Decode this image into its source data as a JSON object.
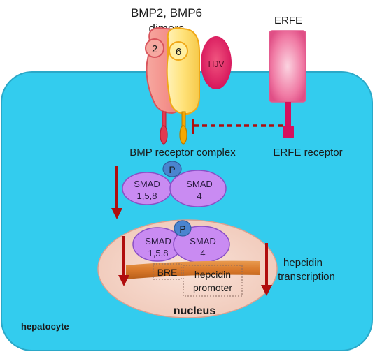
{
  "title": {
    "line1": "BMP2, BMP6",
    "line2": "dimers"
  },
  "ligands": {
    "bmp2": "2",
    "bmp6": "6"
  },
  "hjv": "HJV",
  "erfe": "ERFE",
  "erfe_receptor": "ERFE receptor",
  "bmp_receptor_complex": "BMP receptor complex",
  "phospho": "P",
  "smad_cytoplasm": {
    "left_line1": "SMAD",
    "left_line2": "1,5,8",
    "right_line1": "SMAD",
    "right_line2": "4"
  },
  "smad_nucleus": {
    "left_line1": "SMAD",
    "left_line2": "1,5,8",
    "right_line1": "SMAD",
    "right_line2": "4"
  },
  "bre": "BRE",
  "promoter": {
    "line1": "hepcidin",
    "line2": "promoter"
  },
  "transcription": {
    "line1": "hepcidin",
    "line2": "transcription"
  },
  "nucleus": "nucleus",
  "cell": "hepatocyte",
  "colors": {
    "cell_fill": "#33CCEE",
    "cell_stroke": "#2AA8C8",
    "bmp2": "#F28C8C",
    "bmp6": "#FFE27A",
    "hjv": "#E0115F",
    "erfe": "#F06A9A",
    "smad": "#C98BF2",
    "phospho": "#4A84CF",
    "arrow": "#B00D0D",
    "nucleus": "#F4D4C4",
    "dna": "#D97B2C"
  }
}
